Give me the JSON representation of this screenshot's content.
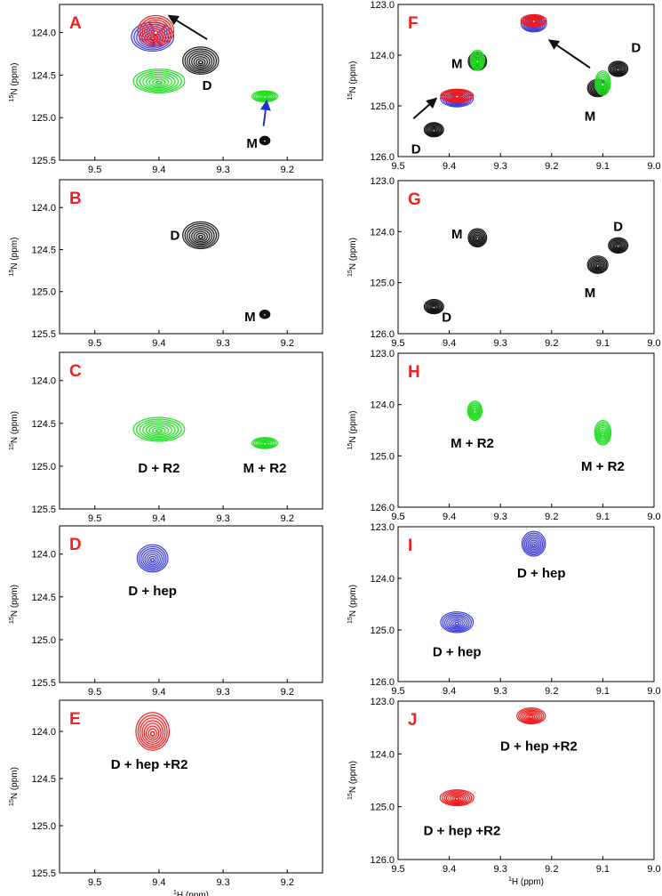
{
  "colors": {
    "black": "#111111",
    "green": "#22dd22",
    "blue": "#3a3ad8",
    "red": "#ee1c1c",
    "arrow_black": "#111111",
    "arrow_blue": "#2233cc",
    "panel_label": "#ee2222"
  },
  "ylabel_text": "15N (ppm)",
  "xlabel_text": "1H (ppm)",
  "chart_data": [
    {
      "type": "scatter",
      "panel": "A",
      "xlim": [
        9.555,
        9.145
      ],
      "ylim": [
        123.67,
        125.5
      ],
      "xticks": [
        "9.5",
        "9.4",
        "9.3",
        "9.2"
      ],
      "yticks": [
        "124.0",
        "124.5",
        "125.0",
        "125.5"
      ],
      "xlabel": "",
      "peaks": [
        {
          "x": 9.335,
          "y": 124.33,
          "color": "black",
          "rx": 0.028,
          "ry": 0.16
        },
        {
          "x": 9.4,
          "y": 124.57,
          "color": "green",
          "rx": 0.04,
          "ry": 0.14
        },
        {
          "x": 9.235,
          "y": 124.75,
          "color": "green",
          "rx": 0.02,
          "ry": 0.065
        },
        {
          "x": 9.235,
          "y": 125.27,
          "color": "black",
          "rx": 0.008,
          "ry": 0.05
        },
        {
          "x": 9.41,
          "y": 124.05,
          "color": "blue",
          "rx": 0.033,
          "ry": 0.17
        },
        {
          "x": 9.405,
          "y": 123.98,
          "color": "red",
          "rx": 0.028,
          "ry": 0.18
        }
      ],
      "labels": [
        {
          "text": "D",
          "x": 9.325,
          "y": 124.62
        },
        {
          "text": "M",
          "x": 9.255,
          "y": 125.3
        }
      ],
      "arrows": [
        {
          "x1": 9.325,
          "y1": 124.08,
          "x2": 9.385,
          "y2": 123.8,
          "color": "arrow_black"
        },
        {
          "x1": 9.237,
          "y1": 125.1,
          "x2": 9.232,
          "y2": 124.8,
          "color": "arrow_blue"
        }
      ]
    },
    {
      "type": "scatter",
      "panel": "B",
      "xlim": [
        9.555,
        9.145
      ],
      "ylim": [
        123.67,
        125.5
      ],
      "xticks": [
        "9.5",
        "9.4",
        "9.3",
        "9.2"
      ],
      "yticks": [
        "124.0",
        "124.5",
        "125.0",
        "125.5"
      ],
      "xlabel": "",
      "peaks": [
        {
          "x": 9.335,
          "y": 124.33,
          "color": "black",
          "rx": 0.028,
          "ry": 0.16
        },
        {
          "x": 9.235,
          "y": 125.27,
          "color": "black",
          "rx": 0.008,
          "ry": 0.05
        }
      ],
      "labels": [
        {
          "text": "D",
          "x": 9.375,
          "y": 124.33
        },
        {
          "text": "M",
          "x": 9.258,
          "y": 125.3
        }
      ],
      "arrows": []
    },
    {
      "type": "scatter",
      "panel": "C",
      "xlim": [
        9.555,
        9.145
      ],
      "ylim": [
        123.67,
        125.5
      ],
      "xticks": [
        "9.5",
        "9.4",
        "9.3",
        "9.2"
      ],
      "yticks": [
        "124.0",
        "124.5",
        "125.0",
        "125.5"
      ],
      "xlabel": "",
      "peaks": [
        {
          "x": 9.4,
          "y": 124.57,
          "color": "green",
          "rx": 0.04,
          "ry": 0.14
        },
        {
          "x": 9.235,
          "y": 124.73,
          "color": "green",
          "rx": 0.02,
          "ry": 0.065
        }
      ],
      "labels": [
        {
          "text": "D + R2",
          "x": 9.4,
          "y": 125.02
        },
        {
          "text": "M + R2",
          "x": 9.235,
          "y": 125.02
        }
      ],
      "arrows": []
    },
    {
      "type": "scatter",
      "panel": "D",
      "xlim": [
        9.555,
        9.145
      ],
      "ylim": [
        123.67,
        125.5
      ],
      "xticks": [
        "9.5",
        "9.4",
        "9.3",
        "9.2"
      ],
      "yticks": [
        "124.0",
        "124.5",
        "125.0",
        "125.5"
      ],
      "xlabel": "",
      "peaks": [
        {
          "x": 9.41,
          "y": 124.05,
          "color": "blue",
          "rx": 0.024,
          "ry": 0.16
        }
      ],
      "labels": [
        {
          "text": "D + hep",
          "x": 9.41,
          "y": 124.43
        }
      ],
      "arrows": []
    },
    {
      "type": "scatter",
      "panel": "E",
      "xlim": [
        9.555,
        9.145
      ],
      "ylim": [
        123.67,
        125.5
      ],
      "xticks": [
        "9.5",
        "9.4",
        "9.3",
        "9.2"
      ],
      "yticks": [
        "124.0",
        "124.5",
        "125.0",
        "125.5"
      ],
      "xlabel": "1H (ppm)",
      "peaks": [
        {
          "x": 9.41,
          "y": 124.0,
          "color": "red",
          "rx": 0.026,
          "ry": 0.2
        }
      ],
      "labels": [
        {
          "text": "D + hep +R2",
          "x": 9.415,
          "y": 124.35
        }
      ],
      "arrows": []
    },
    {
      "type": "scatter",
      "panel": "F",
      "xlim": [
        9.5,
        9.0
      ],
      "ylim": [
        123.0,
        126.0
      ],
      "xticks": [
        "9.5",
        "9.4",
        "9.3",
        "9.2",
        "9.1",
        "9.0"
      ],
      "yticks": [
        "123.0",
        "124.0",
        "125.0",
        "126.0"
      ],
      "xlabel": "",
      "peaks": [
        {
          "x": 9.43,
          "y": 125.47,
          "color": "black",
          "rx": 0.019,
          "ry": 0.14
        },
        {
          "x": 9.345,
          "y": 124.12,
          "color": "black",
          "rx": 0.018,
          "ry": 0.18
        },
        {
          "x": 9.11,
          "y": 124.65,
          "color": "black",
          "rx": 0.02,
          "ry": 0.17
        },
        {
          "x": 9.07,
          "y": 124.27,
          "color": "black",
          "rx": 0.019,
          "ry": 0.15
        },
        {
          "x": 9.345,
          "y": 124.1,
          "color": "green",
          "rx": 0.014,
          "ry": 0.2
        },
        {
          "x": 9.1,
          "y": 124.55,
          "color": "green",
          "rx": 0.015,
          "ry": 0.24
        },
        {
          "x": 9.385,
          "y": 124.85,
          "color": "blue",
          "rx": 0.032,
          "ry": 0.17
        },
        {
          "x": 9.385,
          "y": 124.8,
          "color": "red",
          "rx": 0.032,
          "ry": 0.13
        },
        {
          "x": 9.235,
          "y": 123.38,
          "color": "blue",
          "rx": 0.025,
          "ry": 0.16
        },
        {
          "x": 9.235,
          "y": 123.32,
          "color": "red",
          "rx": 0.025,
          "ry": 0.12
        }
      ],
      "labels": [
        {
          "text": "M",
          "x": 9.385,
          "y": 124.17
        },
        {
          "text": "D",
          "x": 9.465,
          "y": 125.85
        },
        {
          "text": "M",
          "x": 9.125,
          "y": 125.2
        },
        {
          "text": "D",
          "x": 9.035,
          "y": 123.85
        }
      ],
      "arrows": [
        {
          "x1": 9.47,
          "y1": 125.25,
          "x2": 9.425,
          "y2": 124.85,
          "color": "arrow_black"
        },
        {
          "x1": 9.125,
          "y1": 124.25,
          "x2": 9.205,
          "y2": 123.7,
          "color": "arrow_black"
        }
      ]
    },
    {
      "type": "scatter",
      "panel": "G",
      "xlim": [
        9.5,
        9.0
      ],
      "ylim": [
        123.0,
        126.0
      ],
      "xticks": [
        "9.5",
        "9.4",
        "9.3",
        "9.2",
        "9.1",
        "9.0"
      ],
      "yticks": [
        "123.0",
        "124.0",
        "125.0",
        "126.0"
      ],
      "xlabel": "",
      "peaks": [
        {
          "x": 9.43,
          "y": 125.47,
          "color": "black",
          "rx": 0.019,
          "ry": 0.14
        },
        {
          "x": 9.345,
          "y": 124.12,
          "color": "black",
          "rx": 0.018,
          "ry": 0.18
        },
        {
          "x": 9.11,
          "y": 124.65,
          "color": "black",
          "rx": 0.02,
          "ry": 0.17
        },
        {
          "x": 9.07,
          "y": 124.27,
          "color": "black",
          "rx": 0.019,
          "ry": 0.15
        }
      ],
      "labels": [
        {
          "text": "M",
          "x": 9.385,
          "y": 124.05
        },
        {
          "text": "D",
          "x": 9.405,
          "y": 125.68
        },
        {
          "text": "M",
          "x": 9.125,
          "y": 125.2
        },
        {
          "text": "D",
          "x": 9.07,
          "y": 123.9
        }
      ],
      "arrows": []
    },
    {
      "type": "scatter",
      "panel": "H",
      "xlim": [
        9.5,
        9.0
      ],
      "ylim": [
        123.0,
        126.0
      ],
      "xticks": [
        "9.5",
        "9.4",
        "9.3",
        "9.2",
        "9.1",
        "9.0"
      ],
      "yticks": [
        "123.0",
        "124.0",
        "125.0",
        "126.0"
      ],
      "xlabel": "",
      "peaks": [
        {
          "x": 9.35,
          "y": 124.12,
          "color": "green",
          "rx": 0.014,
          "ry": 0.19
        },
        {
          "x": 9.1,
          "y": 124.55,
          "color": "green",
          "rx": 0.016,
          "ry": 0.24
        }
      ],
      "labels": [
        {
          "text": "M + R2",
          "x": 9.355,
          "y": 124.75
        },
        {
          "text": "M + R2",
          "x": 9.1,
          "y": 125.2
        }
      ],
      "arrows": []
    },
    {
      "type": "scatter",
      "panel": "I",
      "xlim": [
        9.5,
        9.0
      ],
      "ylim": [
        123.0,
        126.0
      ],
      "xticks": [
        "9.5",
        "9.4",
        "9.3",
        "9.2",
        "9.1",
        "9.0"
      ],
      "yticks": [
        "123.0",
        "124.0",
        "125.0",
        "126.0"
      ],
      "xlabel": "",
      "peaks": [
        {
          "x": 9.235,
          "y": 123.33,
          "color": "blue",
          "rx": 0.023,
          "ry": 0.24
        },
        {
          "x": 9.385,
          "y": 124.85,
          "color": "blue",
          "rx": 0.032,
          "ry": 0.2
        }
      ],
      "labels": [
        {
          "text": "D + hep",
          "x": 9.22,
          "y": 123.9
        },
        {
          "text": "D + hep",
          "x": 9.385,
          "y": 125.42
        }
      ],
      "arrows": []
    },
    {
      "type": "scatter",
      "panel": "J",
      "xlim": [
        9.5,
        9.0
      ],
      "ylim": [
        123.0,
        126.0
      ],
      "xticks": [
        "9.5",
        "9.4",
        "9.3",
        "9.2",
        "9.1",
        "9.0"
      ],
      "yticks": [
        "123.0",
        "124.0",
        "125.0",
        "126.0"
      ],
      "xlabel": "1H (ppm)",
      "peaks": [
        {
          "x": 9.24,
          "y": 123.28,
          "color": "red",
          "rx": 0.028,
          "ry": 0.15
        },
        {
          "x": 9.385,
          "y": 124.83,
          "color": "red",
          "rx": 0.033,
          "ry": 0.15
        }
      ],
      "labels": [
        {
          "text": "D + hep +R2",
          "x": 9.225,
          "y": 123.85
        },
        {
          "text": "D + hep +R2",
          "x": 9.375,
          "y": 125.45
        }
      ],
      "arrows": []
    }
  ]
}
